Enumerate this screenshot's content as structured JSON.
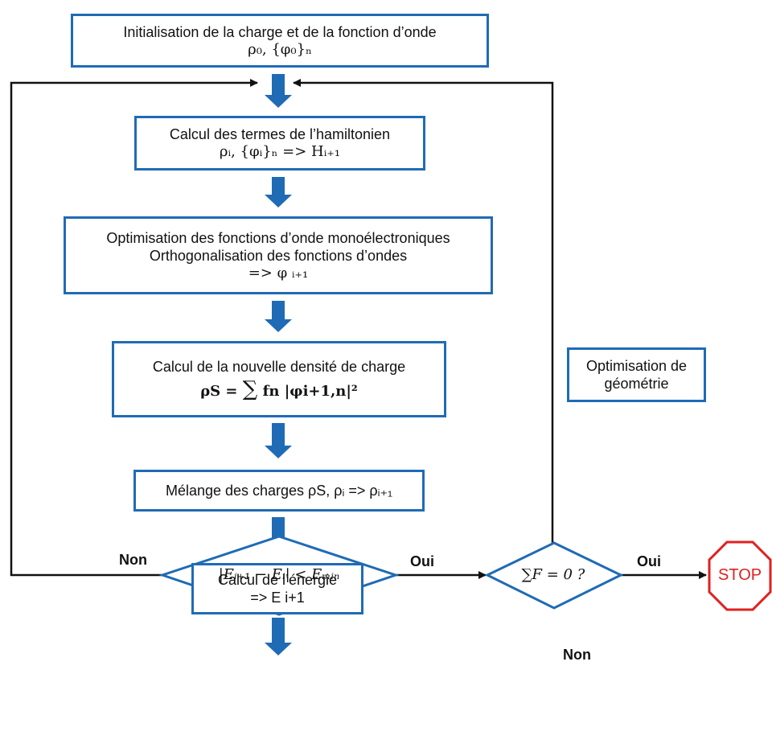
{
  "boxes": {
    "init": {
      "line1": "Initialisation de la charge et de la fonction d’onde",
      "line2": "ρ₀, {φ₀}ₙ"
    },
    "hamiltonian": {
      "line1": "Calcul des termes de l’hamiltonien",
      "line2": "ρᵢ, {φᵢ}ₙ  => Hᵢ₊₁"
    },
    "optimisation": {
      "line1": "Optimisation des fonctions d’onde monoélectroniques",
      "line2": "Orthogonalisation des fonctions d’ondes",
      "line3": "=> φ ᵢ₊₁"
    },
    "density": {
      "line1": "Calcul de la nouvelle densité de charge",
      "formula_lhs": "ρS =",
      "formula_sum": "∑",
      "formula_rhs": "fn |φi+1,n|²"
    },
    "mixing": {
      "line1": "Mélange des charges ρS, ρᵢ => ρᵢ₊₁"
    },
    "energy": {
      "line1": "Calcul de l’énergie",
      "line2": "=> E i+1"
    },
    "geometry": {
      "line1": "Optimisation de",
      "line2": "géométrie"
    }
  },
  "decisions": {
    "energy_check": "|Eᵢ₊₁ − Eᵢ| < Eₘᵢₙ",
    "force_check": "∑F = 0 ?"
  },
  "labels": {
    "non_left": "Non",
    "oui_1": "Oui",
    "non_up": "Non",
    "oui_2": "Oui"
  },
  "stop": "STOP",
  "colors": {
    "box_border": "#1f6bb5",
    "arrow_fill": "#1f6bb5",
    "line": "#111111",
    "stop": "#e02020"
  }
}
